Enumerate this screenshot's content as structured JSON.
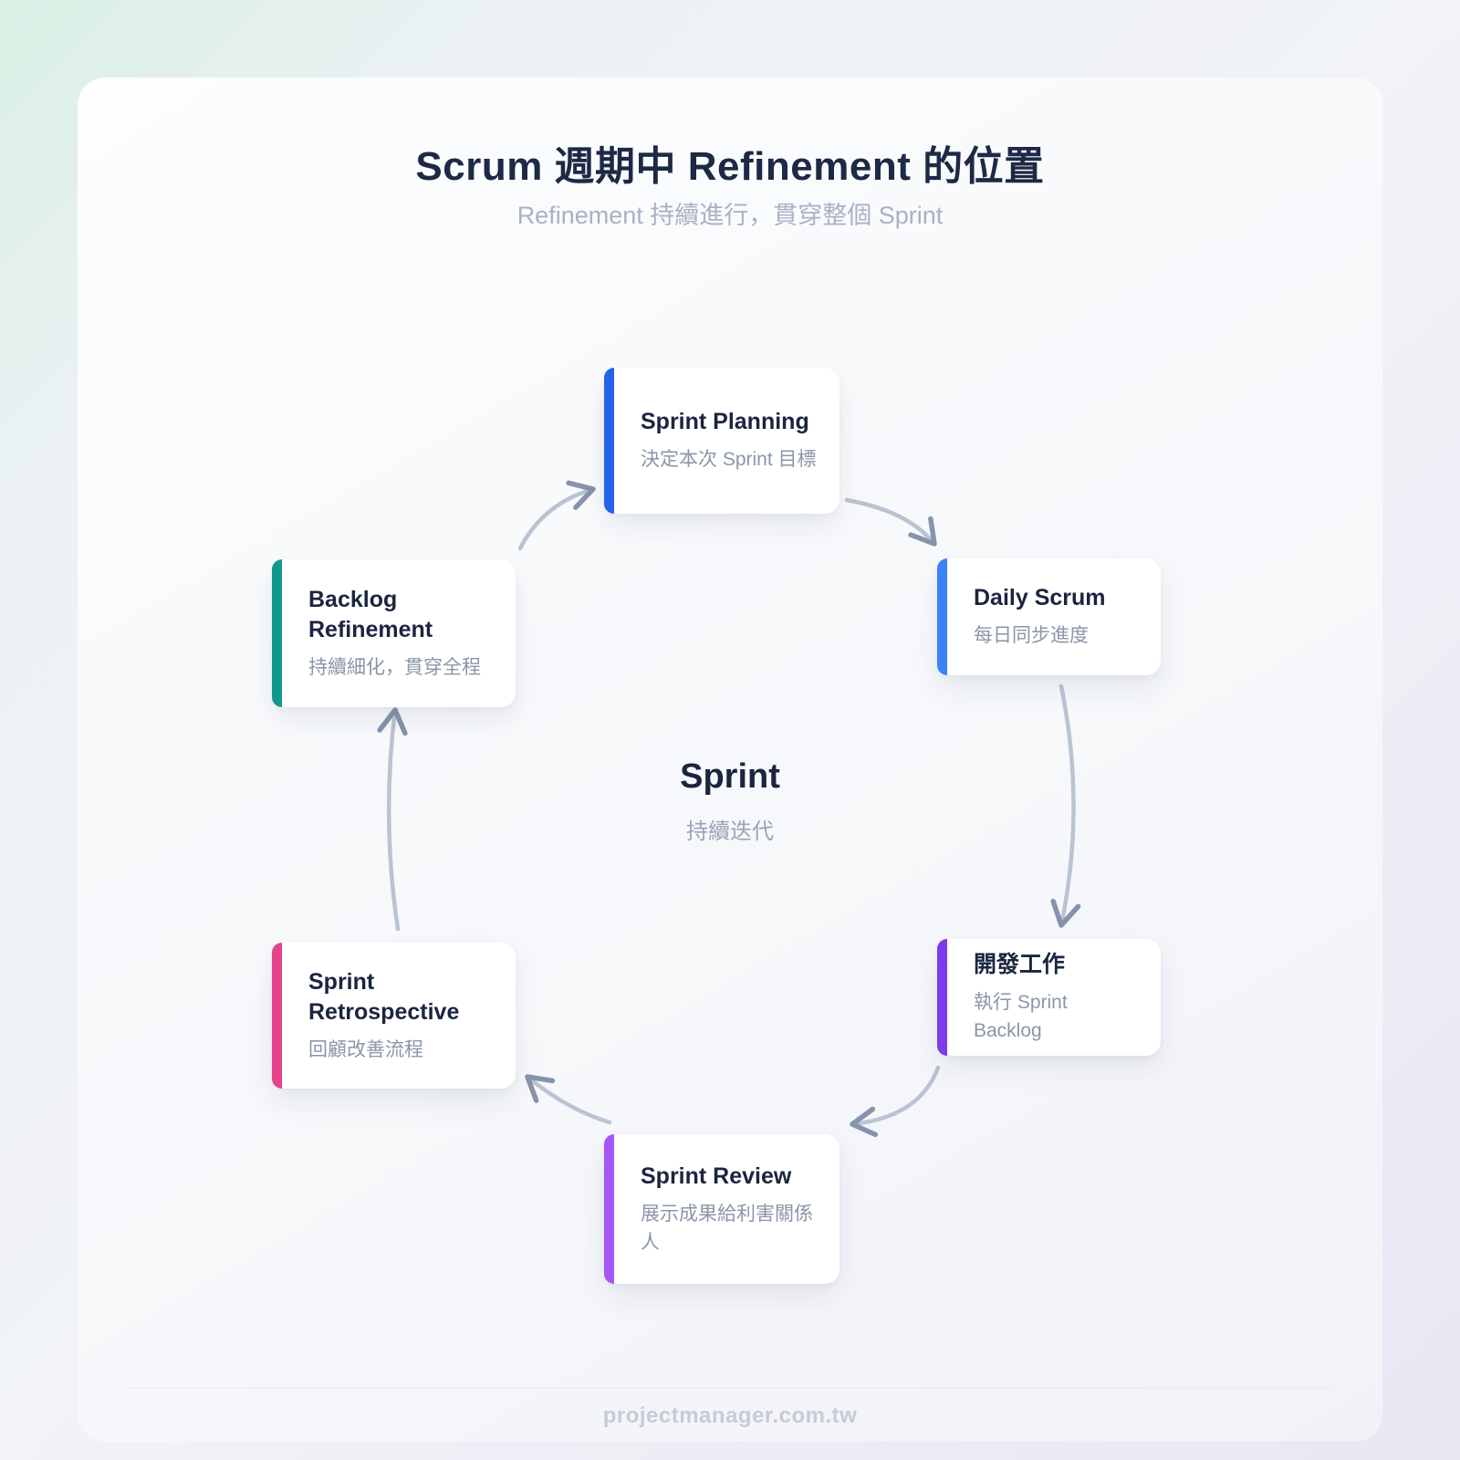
{
  "header": {
    "title": "Scrum 週期中 Refinement 的位置",
    "subtitle": "Refinement 持續進行，貫穿整個 Sprint"
  },
  "center": {
    "label": "Sprint",
    "sublabel": "持續迭代"
  },
  "nodes": [
    {
      "id": "sprint-planning",
      "title": "Sprint Planning",
      "desc": "決定本次 Sprint 目標",
      "accent": "#2563eb"
    },
    {
      "id": "daily-scrum",
      "title": "Daily Scrum",
      "desc": "每日同步進度",
      "accent": "#3b82f6"
    },
    {
      "id": "dev-work",
      "title": "開發工作",
      "desc": "執行 Sprint Backlog",
      "accent": "#7c3aed"
    },
    {
      "id": "sprint-review",
      "title": "Sprint Review",
      "desc": "展示成果給利害關係人",
      "accent": "#a855f7"
    },
    {
      "id": "sprint-retrospective",
      "title": "Sprint Retrospective",
      "desc": "回顧改善流程",
      "accent": "#e5418c"
    },
    {
      "id": "backlog-refinement",
      "title": "Backlog Refinement",
      "desc": "持續細化，貫穿全程",
      "accent": "#0f998c"
    }
  ],
  "footer": {
    "site": "projectmanager.com.tw"
  },
  "colors": {
    "arrow_line": "#bac3d2",
    "arrow_head": "#8694ab"
  }
}
